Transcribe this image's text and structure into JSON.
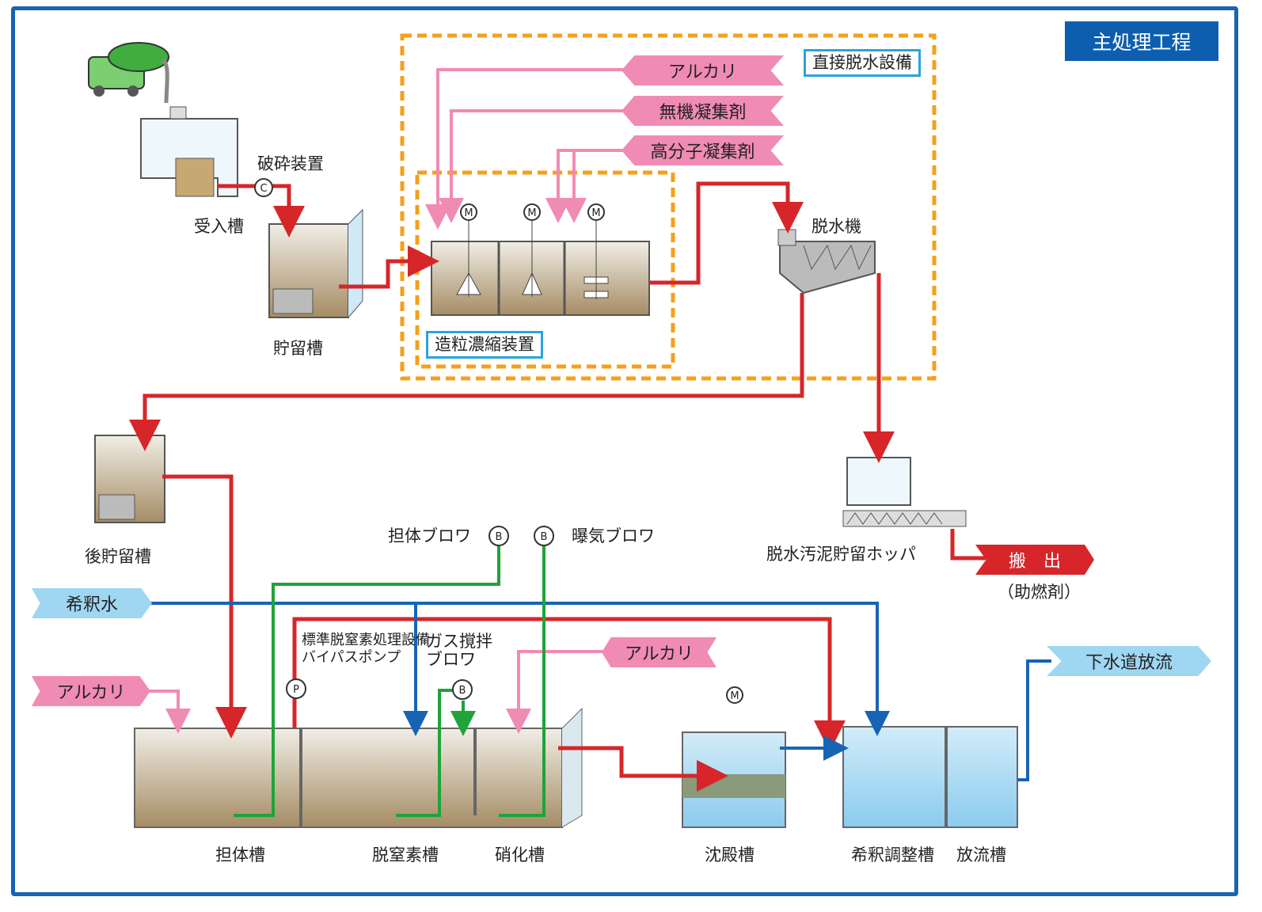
{
  "title": "主処理工程",
  "sections": {
    "direct_dewatering": "直接脱水設備",
    "granulation_thickener": "造粒濃縮装置"
  },
  "chemicals": {
    "alkali_top": "アルカリ",
    "inorganic_coagulant": "無機凝集剤",
    "polymer_coagulant": "高分子凝集剤",
    "alkali_left": "アルカリ",
    "alkali_mid": "アルカリ"
  },
  "inputs": {
    "dilution_water": "希釈水"
  },
  "outputs": {
    "sewer_discharge": "下水道放流",
    "carry_out": "搬　出",
    "carry_out_note": "（助燃剤）"
  },
  "equipment": {
    "crusher": "破砕装置",
    "receiving_tank": "受入槽",
    "storage_tank": "貯留槽",
    "dewatering_machine": "脱水機",
    "post_storage_tank": "後貯留槽",
    "sludge_hopper": "脱水汚泥貯留ホッパ",
    "carrier_blower": "担体ブロワ",
    "aeration_blower": "曝気ブロワ",
    "bypass_pump_line1": "標準脱窒素処理設備",
    "bypass_pump_line2": "バイパスポンプ",
    "gas_blower_line1": "ガス撹拌",
    "gas_blower_line2": "ブロワ"
  },
  "tanks_bottom": {
    "carrier_tank": "担体槽",
    "denitrification_tank": "脱窒素槽",
    "nitrification_tank": "硝化槽",
    "sedimentation_tank": "沈殿槽",
    "dilution_adjust_tank": "希釈調整槽",
    "discharge_tank": "放流槽"
  },
  "symbols": {
    "motor": "M",
    "crusher": "C",
    "blower": "B",
    "pump": "P"
  },
  "colors": {
    "frame": "#1764b4",
    "sludge_line": "#d6262a",
    "chemical_line": "#f08bb4",
    "water_line": "#1764b4",
    "air_line": "#1fa33a",
    "section_border": "#f5a01a",
    "label_border": "#2aa3dc"
  }
}
